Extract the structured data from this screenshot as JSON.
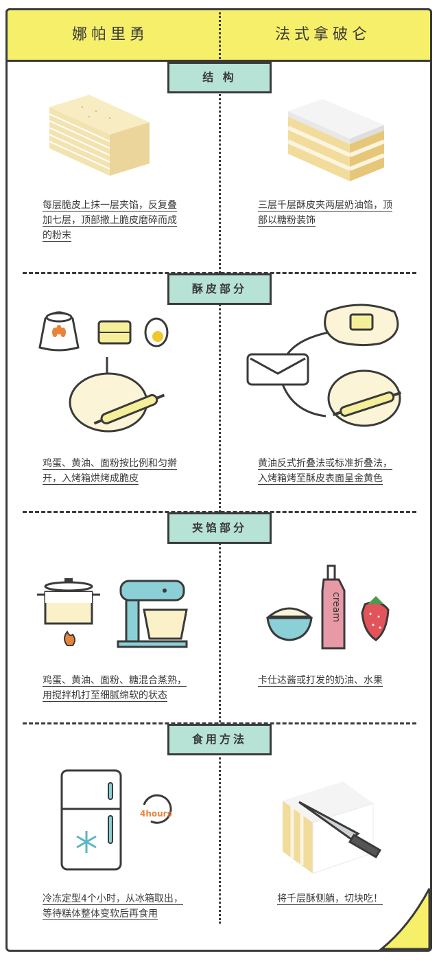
{
  "header": {
    "left_title": "娜帕里勇",
    "right_title": "法式拿破仑"
  },
  "sections": [
    {
      "label": "结  构",
      "left_desc": [
        "每层脆皮上抹一层夹馅，反复叠",
        "加七层，顶部撒上脆皮磨碎而成",
        "的粉末"
      ],
      "right_desc": [
        "三层千层酥皮夹两层奶油馅，顶",
        "部以糖粉装饰"
      ]
    },
    {
      "label": "酥皮部分",
      "left_desc": [
        "鸡蛋、黄油、面粉按比例和匀擀",
        "开，入烤箱烘烤成脆皮"
      ],
      "right_desc": [
        "黄油反式折叠法或标准折叠法，",
        "入烤箱烤至酥皮表面呈金黄色"
      ]
    },
    {
      "label": "夹馅部分",
      "left_desc": [
        "鸡蛋、黄油、面粉、糖混合蒸熟，",
        "用搅拌机打至细腻绵软的状态"
      ],
      "right_desc": [
        "卡仕达酱或打发的奶油、水果"
      ]
    },
    {
      "label": "食用方法",
      "left_desc": [
        "冷冻定型4个小时，从冰箱取出，",
        "等待糕体整体变软后再食用"
      ],
      "right_desc": [
        "将千层酥侧躺，切块吃！"
      ]
    }
  ],
  "illustrations": {
    "cream_label": "cream",
    "timer_label": "4hours"
  },
  "colors": {
    "yellow": "#f6ef6a",
    "mint": "#b7e3d6",
    "outline": "#3a3a3a",
    "orange": "#e8843a"
  }
}
